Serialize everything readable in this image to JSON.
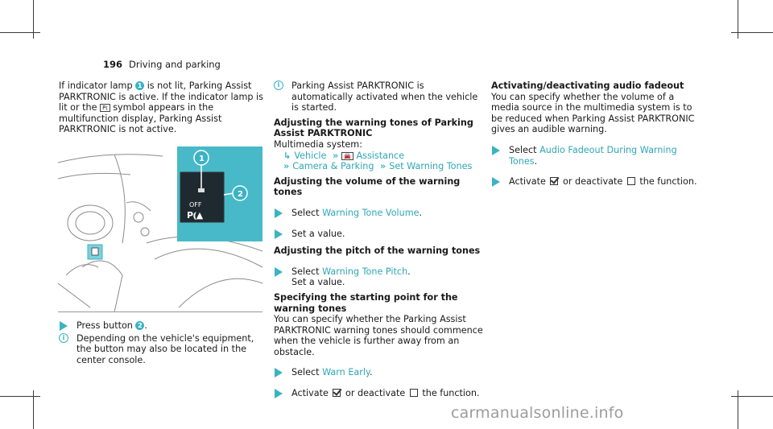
{
  "header": {
    "page_number": "196",
    "section": "Driving and parking"
  },
  "col1": {
    "intro_a": "If indicator lamp",
    "intro_b": "is not lit, Parking Assist PARKTRONIC is active. If the indicator lamp is lit or the",
    "intro_c": "symbol appears in the multifunction display, Parking Assist PARKTRONIC is not active.",
    "figure_callout_1": "1",
    "figure_callout_2": "2",
    "figure_off_label": "OFF",
    "step_press_a": "Press button",
    "step_press_b": ".",
    "info_text": "Depending on the vehicle's equipment, the button may also be located in the center console."
  },
  "col2": {
    "info_auto": "Parking Assist PARKTRONIC is automatically activated when the vehicle is started.",
    "heading_tones": "Adjusting the warning tones of Parking Assist PARKTRONIC",
    "multimedia_label": "Multimedia system:",
    "menu": [
      "Vehicle",
      "Assistance",
      "Camera & Parking",
      "Set Warning Tones"
    ],
    "heading_volume": "Adjusting the volume of the warning tones",
    "select_label": "Select",
    "volume_option": "Warning Tone Volume",
    "set_value": "Set a value.",
    "heading_pitch": "Adjusting the pitch of the warning tones",
    "pitch_option": "Warning Tone Pitch",
    "set_value2": "Set a value.",
    "heading_starting": "Specifying the starting point for the warning tones",
    "starting_text": "You can specify whether the Parking Assist PARKTRONIC warning tones should commence when the vehicle is further away from an obstacle.",
    "warn_early_option": "Warn Early",
    "activate_a": "Activate",
    "activate_b": "or deactivate",
    "activate_c": "the function."
  },
  "col3": {
    "heading_fadeout": "Activating/deactivating audio fadeout",
    "fadeout_text": "You can specify whether the volume of a media source in the multimedia system is to be reduced when Parking Assist PARKTRONIC gives an audible warning.",
    "select_label": "Select",
    "fadeout_option": "Audio Fadeout During Warning Tones",
    "activate_a": "Activate",
    "activate_b": "or deactivate",
    "activate_c": "the function."
  },
  "watermark": "carmanualsonline.info",
  "accent_color": "#3ab3c2"
}
